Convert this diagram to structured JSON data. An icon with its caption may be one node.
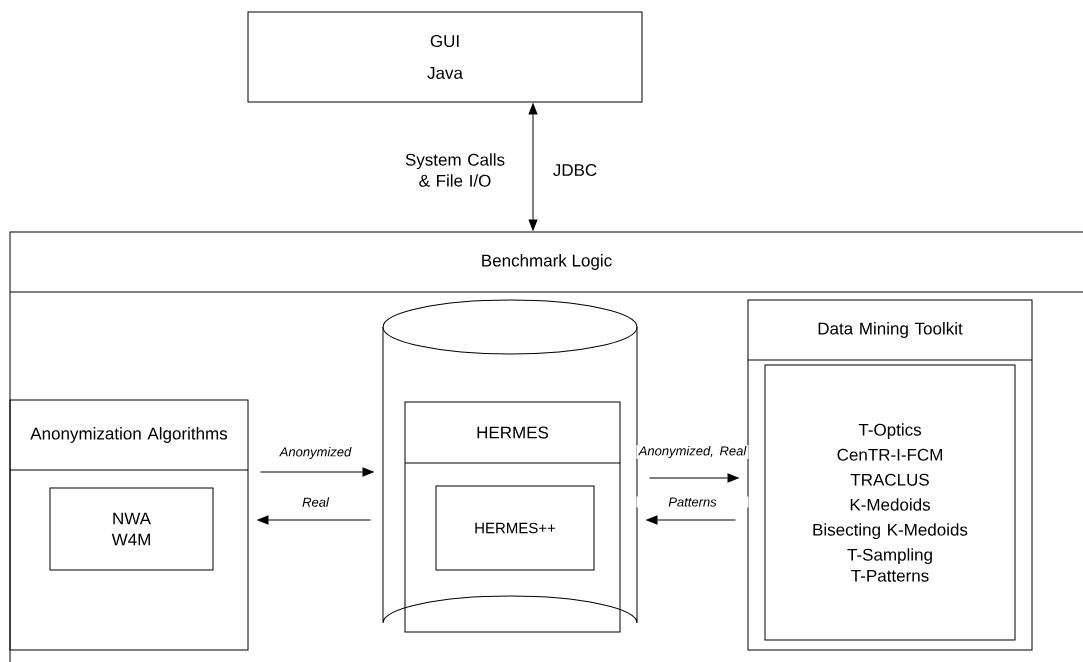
{
  "diagram": {
    "nodes": [
      {
        "text": [
          "GUI",
          "Java"
        ]
      },
      {
        "text": [
          "Benchmark Logic"
        ]
      },
      {
        "text": [
          "Anonymization Algorithms"
        ],
        "in": 1
      },
      {
        "text": [
          "NWA W4M"
        ],
        "in": 2
      },
      {
        "text": [],
        "shape": "cylinder",
        "in": 1
      },
      {
        "text": [
          "HERMES"
        ],
        "in": 4
      },
      {
        "text": [
          "HERMES++"
        ],
        "in": 5
      },
      {
        "text": [
          "Data Mining Toolkit"
        ],
        "in": 1
      },
      {
        "text": [
          "T-Optics",
          "CenTR-I-FCM",
          "TRACLUS",
          "K-Medoids",
          "Bisecting K-Medoids",
          "T-Sampling",
          "T-Patterns"
        ],
        "in": 7
      }
    ],
    "edges": [
      {
        "from": 0,
        "to": 1,
        "arrow": "both",
        "label": "System Calls & File I/O"
      },
      {
        "from": 2,
        "to": 4,
        "arrow": "to",
        "label": "Anonymized"
      },
      {
        "from": 4,
        "to": 2,
        "arrow": "to",
        "label": "Real"
      },
      {
        "from": 4,
        "to": 7,
        "arrow": "to",
        "label": "Anonymized, Real"
      },
      {
        "from": 7,
        "to": 4,
        "arrow": "to",
        "label": "Patterns"
      }
    ],
    "labels": [
      "JDBC"
    ]
  }
}
